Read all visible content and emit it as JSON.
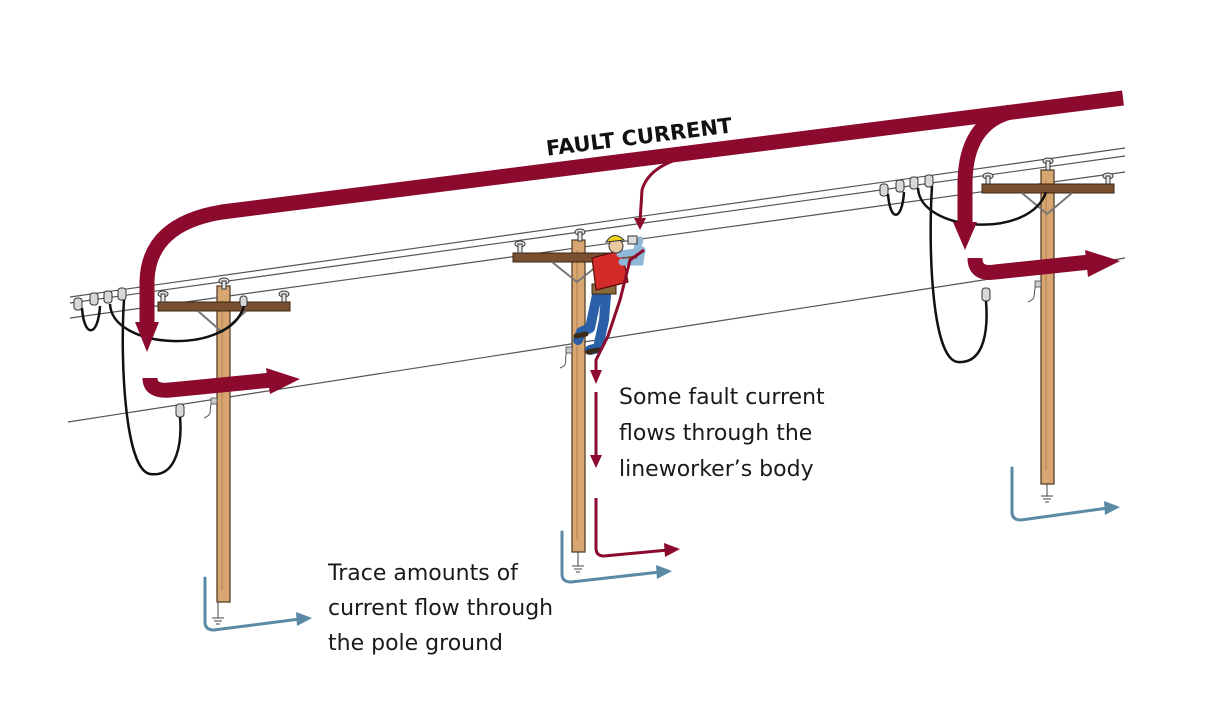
{
  "labels": {
    "fault_current": "FAULT CURRENT",
    "body_lines": [
      "Some fault current",
      "flows through the",
      "lineworker’s body"
    ],
    "ground_lines": [
      "Trace amounts of",
      "current flow through",
      "the pole ground"
    ]
  },
  "colors": {
    "fault": "#8b0a2e",
    "ground": "#5b8aa6",
    "pole": "#d8a670",
    "pole_edge": "#4a3520",
    "crossarm": "#7a5030",
    "wire": "#444444",
    "jumper": "#111111",
    "worker_shirt": "#d42a2a",
    "worker_pants": "#2b5fa8",
    "worker_helmet": "#f2d21a"
  }
}
